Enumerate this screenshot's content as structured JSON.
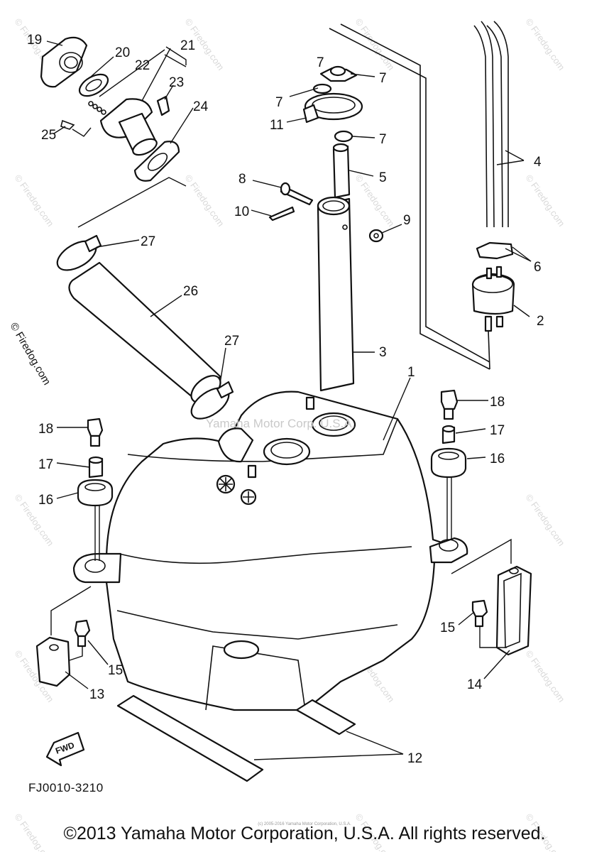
{
  "diagram": {
    "callouts": [
      "1",
      "2",
      "3",
      "4",
      "5",
      "6",
      "7",
      "7",
      "7",
      "7",
      "8",
      "9",
      "10",
      "11",
      "12",
      "13",
      "14",
      "15",
      "15",
      "16",
      "16",
      "17",
      "17",
      "18",
      "18",
      "19",
      "20",
      "21",
      "22",
      "23",
      "24",
      "25",
      "26",
      "27",
      "27"
    ],
    "watermark_side": "© Firedog.com",
    "watermark_tile": "© Firedog.com",
    "watermark_center": "Yamaha Motor Corp. U.S.A.",
    "fwd_label": "FWD"
  },
  "footer": {
    "code": "FJ0010-3210",
    "small_notice": "(c) 2005-2016 Yamaha Motor Corporation, U.S.A.",
    "copyright": "©2013 Yamaha Motor Corporation, U.S.A. All rights reserved."
  }
}
